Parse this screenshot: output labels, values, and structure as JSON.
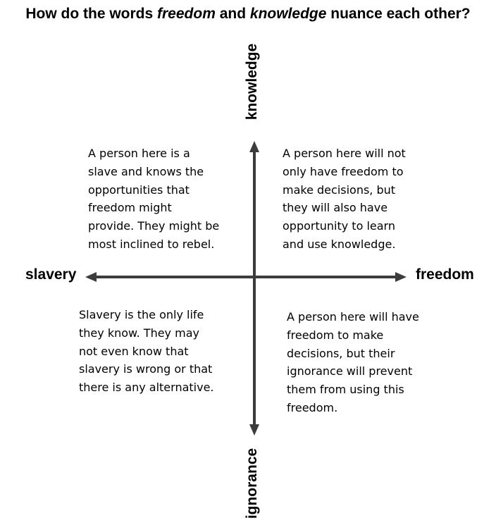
{
  "title": {
    "prefix": "How do the words ",
    "word1": "freedom",
    "middle": " and ",
    "word2": "knowledge",
    "suffix": " nuance each other?"
  },
  "axes": {
    "top": "knowledge",
    "bottom": "ignorance",
    "left": "slavery",
    "right": "freedom",
    "line_color": "#3c3c3c"
  },
  "quadrants": {
    "top_left": [
      "A person here is a",
      "slave and knows the",
      "opportunities that",
      "freedom might",
      "provide. They might be",
      "most inclined to rebel."
    ],
    "top_right": [
      "A person here will not",
      "only have freedom to",
      "make decisions, but",
      "they will also have",
      "opportunity to learn",
      "and use knowledge."
    ],
    "bottom_left": [
      "Slavery is the only life",
      "they know. They may",
      "not even know that",
      "slavery is wrong or that",
      "there is any alternative."
    ],
    "bottom_right": [
      "A person here will have",
      "freedom to make",
      "decisions, but their",
      "ignorance will prevent",
      "them from using this",
      "freedom."
    ]
  }
}
